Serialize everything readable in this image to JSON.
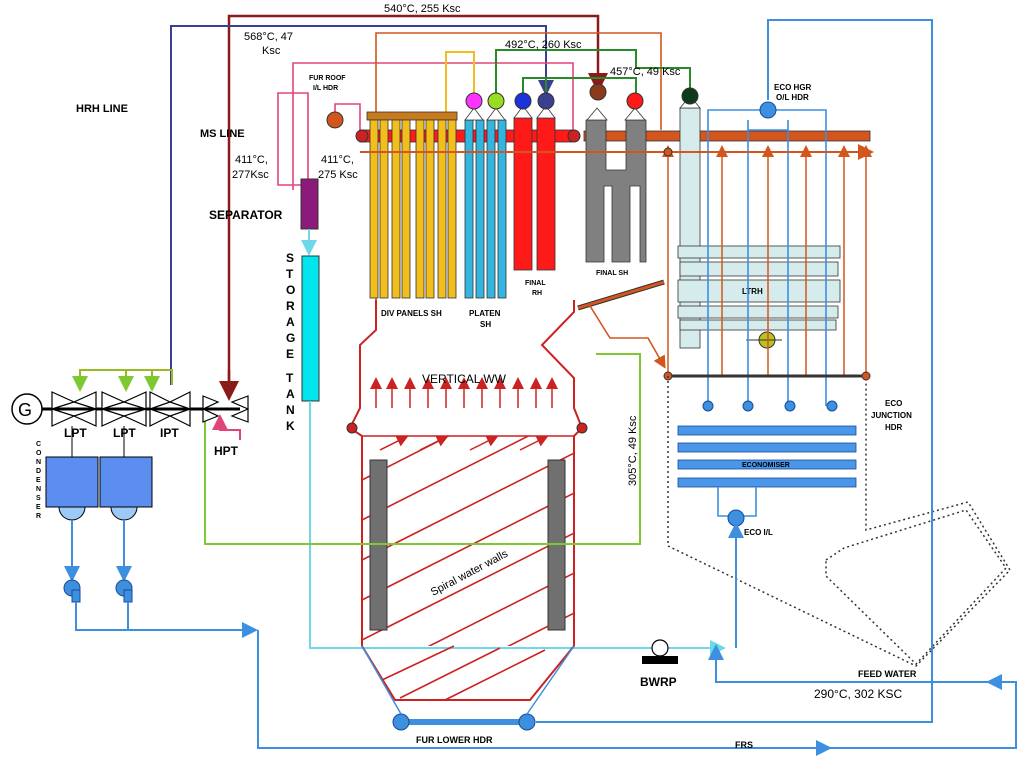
{
  "labels": {
    "ms_temp": "540°C, 255 Ksc",
    "hrh_temp_a": "568°C, 47",
    "hrh_temp_b": "Ksc",
    "plt_temp": "492°C, 260 Ksc",
    "lt_temp": "457°C, 49 Ksc",
    "fur_roof_a": "FUR ROOF",
    "fur_roof_b": "I/L HDR",
    "hrh_line": "HRH LINE",
    "ms_line": "MS LINE",
    "sep_in_a": "411°C,",
    "sep_in_b": "277Ksc",
    "roof_in_a": "411°C,",
    "roof_in_b": "275 Ksc",
    "separator": "SEPARATOR",
    "storage": [
      "S",
      "T",
      "O",
      "R",
      "A",
      "G",
      "E"
    ],
    "tank": [
      "T",
      "A",
      "N",
      "K"
    ],
    "eco_hgr_a": "ECO HGR",
    "eco_hgr_b": "O/L HDR",
    "div_panels": "DIV  PANELS SH",
    "platen_a": "PLATEN",
    "platen_b": "SH",
    "final_rh_a": "FINAL",
    "final_rh_b": "RH",
    "final_sh": "FINAL SH",
    "ltrh": "LTRH",
    "vertical_ww": "VERTICAL  WW",
    "rh_inlet_temp": "305°C, 49 Ksc",
    "eco_junction_a": "ECO",
    "eco_junction_b": "JUNCTION",
    "eco_junction_c": "HDR",
    "economiser": "ECONOMISER",
    "eco_il": "ECO I/L",
    "spiral": "Spiral water walls",
    "generator": "G",
    "lpt1": "LPT",
    "lpt2": "LPT",
    "ipt": "IPT",
    "hpt": "HPT",
    "condenser": [
      "C",
      "O",
      "N",
      "D",
      "E",
      "N",
      "S",
      "E",
      "R"
    ],
    "bwrp": "BWRP",
    "feed_water": "FEED WATER",
    "fw_temp": "290°C, 302 KSC",
    "frs": "FRS",
    "fur_lower_hdr": "FUR LOWER HDR"
  },
  "colors": {
    "ms_line": "#8b1a1a",
    "hrh_line": "#3a3f8f",
    "feed": "#3d8fe0",
    "storage": "#6ed8e8",
    "rh_pipe": "#d2561e",
    "green": "#7ec832",
    "div_panels": "#f2be1e",
    "platen": "#33b5e0",
    "final_rh": "#ff1a1a",
    "final_sh": "#808080",
    "ltrh": "#d6ecec",
    "economiser": "#4a96e8",
    "furnace": "#cc2222",
    "separator": "#8b1a7a",
    "condenser": "#5c8ef0",
    "roof_pink": "#e0457a"
  }
}
